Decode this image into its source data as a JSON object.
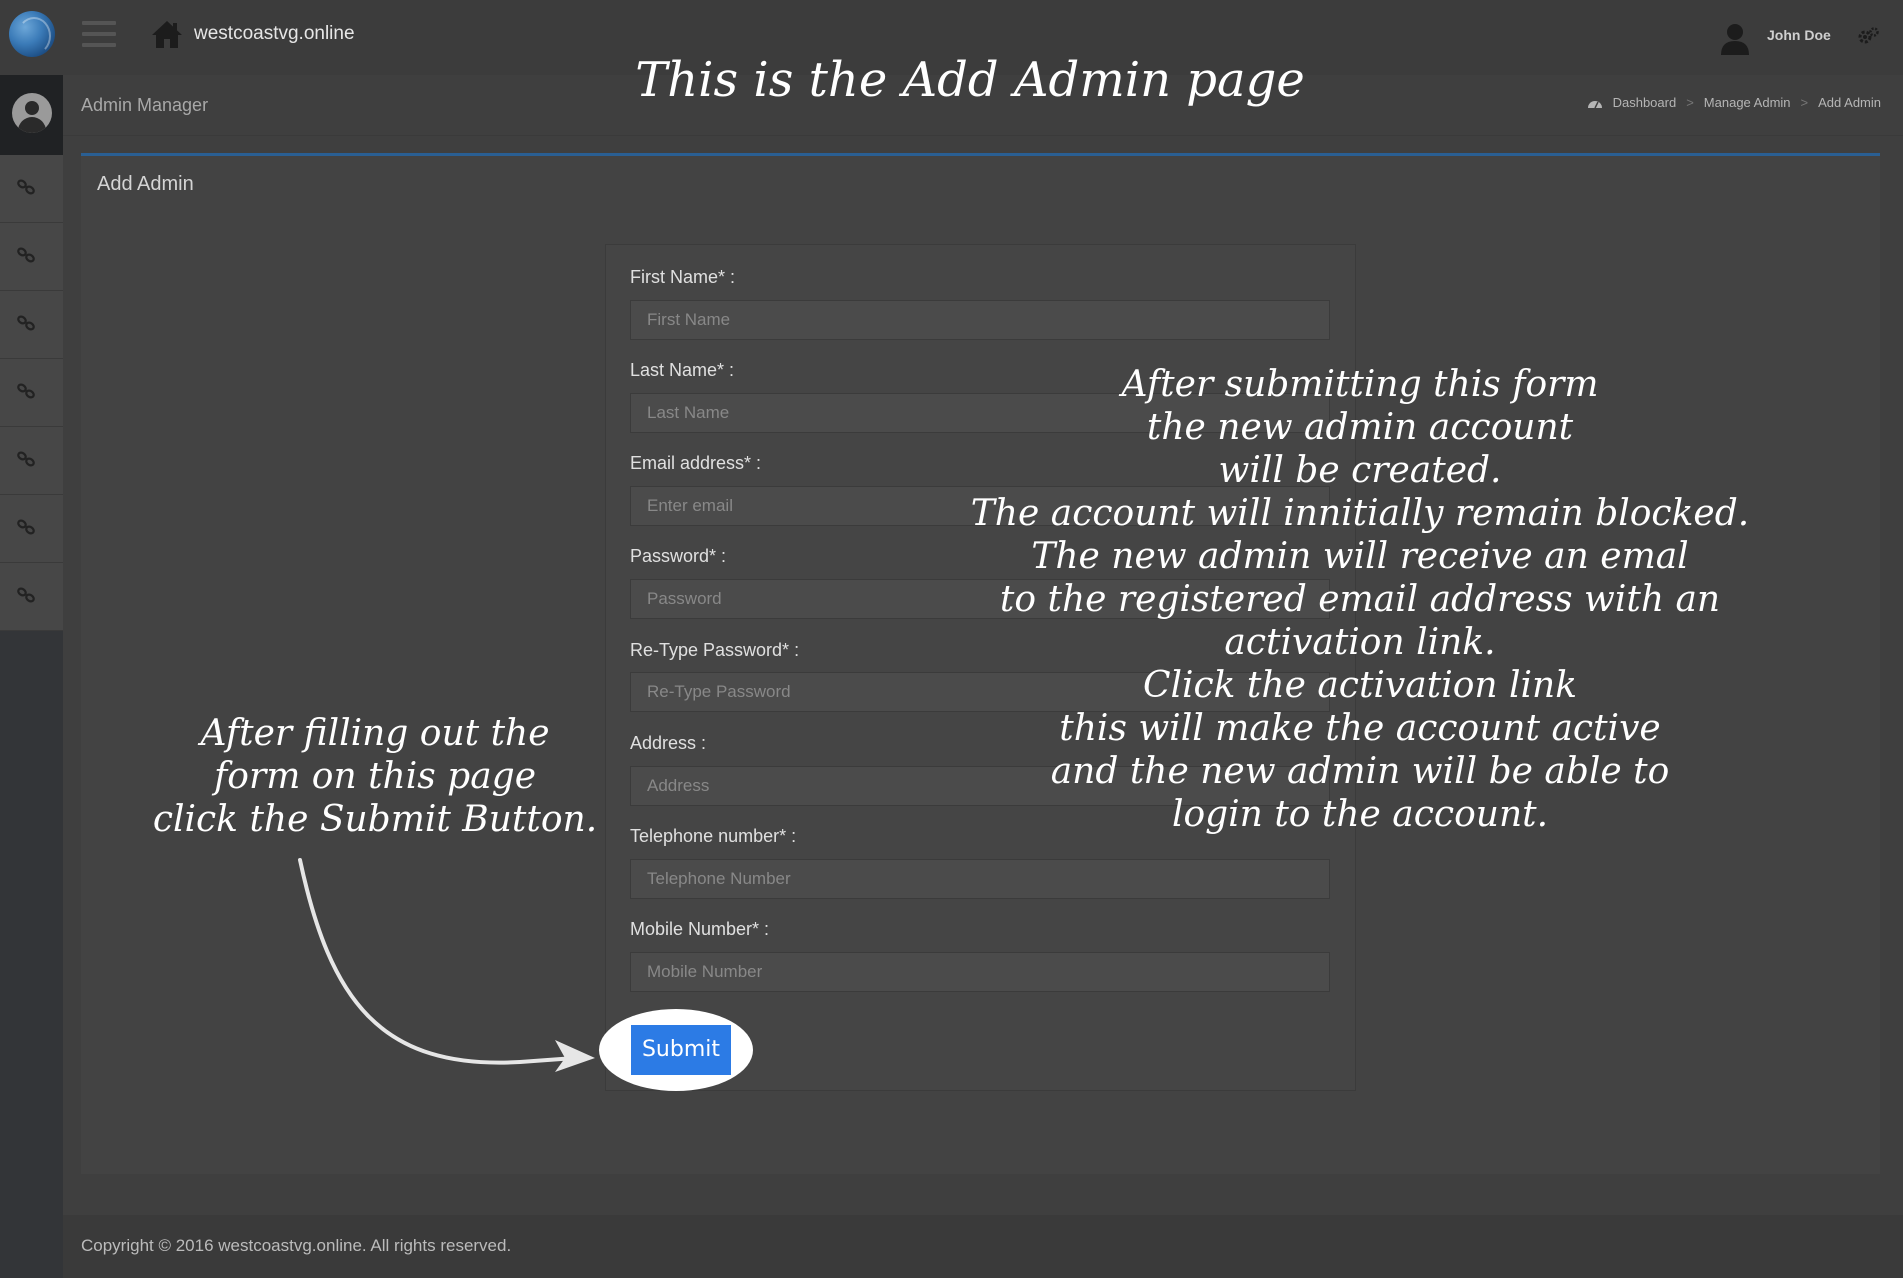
{
  "header": {
    "site_name": "westcoastvg.online",
    "user_name": "John Doe"
  },
  "page": {
    "module_title": "Admin Manager",
    "breadcrumb": [
      "Dashboard",
      "Manage Admin",
      "Add Admin"
    ],
    "box_title": "Add Admin"
  },
  "sidebar": {
    "items": [
      "link-icon",
      "link-icon",
      "link-icon",
      "link-icon",
      "link-icon",
      "link-icon",
      "link-icon"
    ]
  },
  "form": {
    "fields": [
      {
        "label": "First Name* :",
        "placeholder": "First Name"
      },
      {
        "label": "Last Name* :",
        "placeholder": "Last Name"
      },
      {
        "label": "Email address* :",
        "placeholder": "Enter email"
      },
      {
        "label": "Password* :",
        "placeholder": "Password"
      },
      {
        "label": "Re-Type Password* :",
        "placeholder": "Re-Type Password"
      },
      {
        "label": "Address :",
        "placeholder": "Address"
      },
      {
        "label": "Telephone number* :",
        "placeholder": "Telephone Number"
      },
      {
        "label": "Mobile Number* :",
        "placeholder": "Mobile Number"
      }
    ],
    "submit_label": "Submit"
  },
  "footer": {
    "copyright": "Copyright © 2016 westcoastvg.online. All rights reserved."
  },
  "annotations": {
    "title": "This is the Add Admin page",
    "left_lines": [
      "After filling out the",
      "form on this page",
      "click the Submit Button."
    ],
    "right_lines": [
      "After submitting this form",
      "the new admin account",
      "will be created.",
      "The account will innitially remain blocked.",
      "The new admin will receive an emal",
      "to the registered email address with an",
      "activation link.",
      "Click the activation link",
      "this will make the account active",
      "and the new admin will be able to",
      "login to the account."
    ]
  }
}
